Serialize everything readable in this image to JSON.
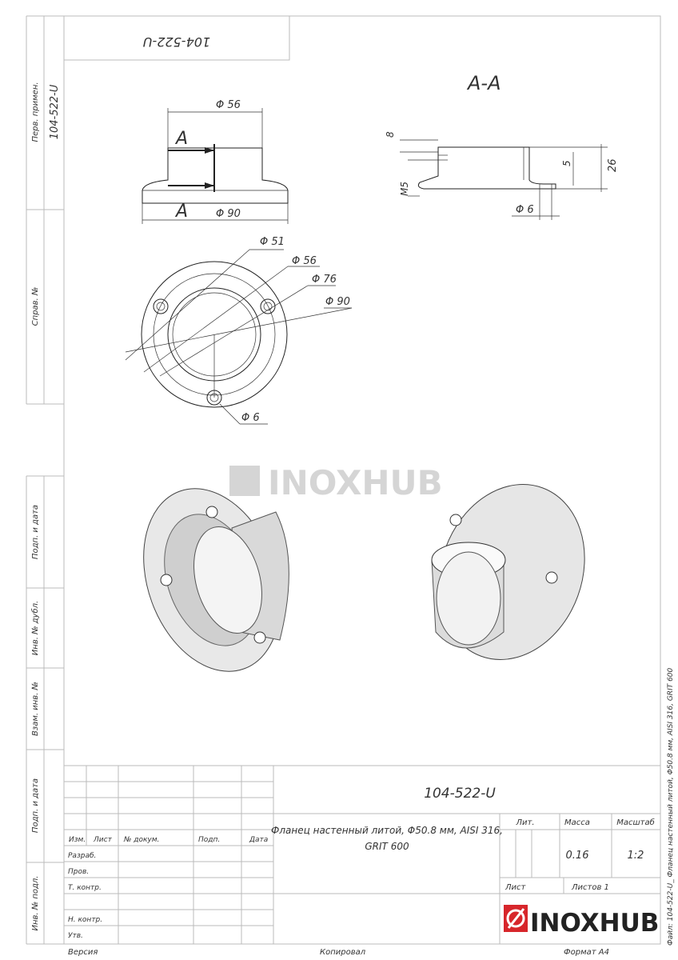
{
  "drawing": {
    "part_number": "104-522-U",
    "section_label": "A-A",
    "section_marker": "A",
    "dimensions": {
      "front": [
        "Φ 56",
        "Φ 90"
      ],
      "section": [
        "8",
        "M5",
        "5",
        "26",
        "Φ 6"
      ],
      "top": [
        "Φ 51",
        "Φ 56",
        "Φ 76",
        "Φ 90",
        "Φ 6"
      ]
    },
    "watermark": "INOXHUB"
  },
  "side_strip": {
    "first_use_label": "Перв. примен.",
    "first_use_value": "104-522-U",
    "ref_label": "Справ. №",
    "sign_date_1": "Подп. и дата",
    "dup_inv": "Инв. № дубл.",
    "inv_instead": "Взам. инв. №",
    "sign_date_2": "Подп. и дата",
    "inv_orig": "Инв. № подл."
  },
  "title_block": {
    "designation": "104-522-U",
    "name_line1": "Фланец настенный литой, Φ50.8 мм, AISI 316,",
    "name_line2": "GRIT 600",
    "headers": {
      "izm": "Изм.",
      "list": "Лист",
      "doc": "№ докум.",
      "sign": "Подп.",
      "date": "Дата"
    },
    "roles": [
      "Разраб.",
      "Пров.",
      "Т. контр.",
      "Н. контр.",
      "Утв."
    ],
    "lit_label": "Лит.",
    "mass_label": "Масса",
    "scale_label": "Масштаб",
    "mass": "0.16",
    "scale": "1:2",
    "sheet_label": "Лист",
    "sheets_label": "Листов 1",
    "logo": "INOXHUB",
    "brand_color": "#d7262b"
  },
  "footer": {
    "version": "Версия",
    "copied": "Копировал",
    "format": "Формат А4"
  },
  "file_label": "Файл: 104-522-U_ Фланец настенный литой, Φ50.8 мм, AISI 316, GRIT 600"
}
